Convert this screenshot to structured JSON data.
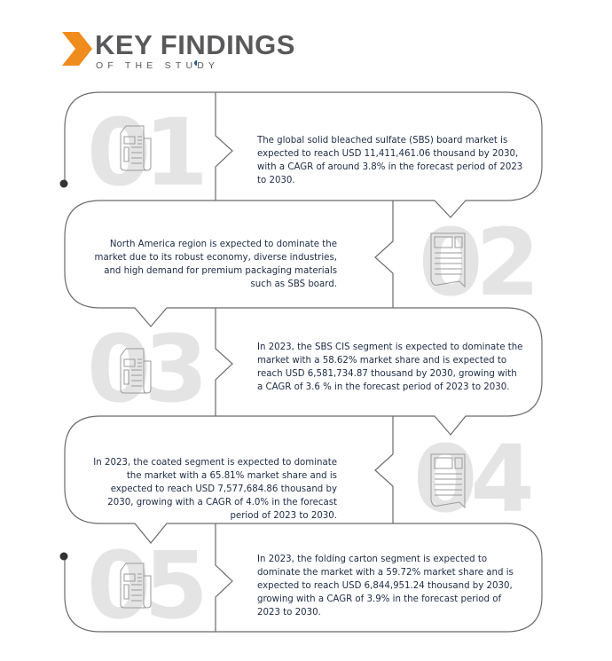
{
  "header": {
    "title": "KEY FINDINGS",
    "subtitle": "OF THE STUDY",
    "accent_color": "#f08c1e",
    "dot_color": "#1f5f8b"
  },
  "findings": [
    {
      "number": "01",
      "icon": "newspaper-icon",
      "text": "The global solid bleached sulfate (SBS) board market is expected to reach USD 11,411,461.06 thousand by 2030, with a CAGR of around 3.8% in the forecast period of 2023 to 2030."
    },
    {
      "number": "02",
      "icon": "newspaper-icon",
      "text": "North America region is expected to dominate the market due to its robust economy, diverse industries, and high demand for premium packaging materials such as SBS board."
    },
    {
      "number": "03",
      "icon": "newspaper-icon",
      "text": "In 2023, the SBS CIS segment is expected to dominate the market with a 58.62% market share and is expected to reach USD 6,581,734.87 thousand by 2030, growing with a CAGR of 3.6 % in the forecast period of 2023 to 2030."
    },
    {
      "number": "04",
      "icon": "newspaper-icon",
      "text": "In 2023, the coated segment is expected to dominate the market with a 65.81% market share and is expected to reach USD 7,577,684.86 thousand by 2030, growing with a CAGR of 4.0% in the forecast period of 2023 to 2030."
    },
    {
      "number": "05",
      "icon": "newspaper-icon",
      "text": "In 2023, the folding carton segment is expected to dominate the market with a 59.72% market share and is expected to reach USD 6,844,951.24 thousand by 2030, growing with a CAGR of 3.9% in the forecast period of 2023 to 2030."
    }
  ]
}
